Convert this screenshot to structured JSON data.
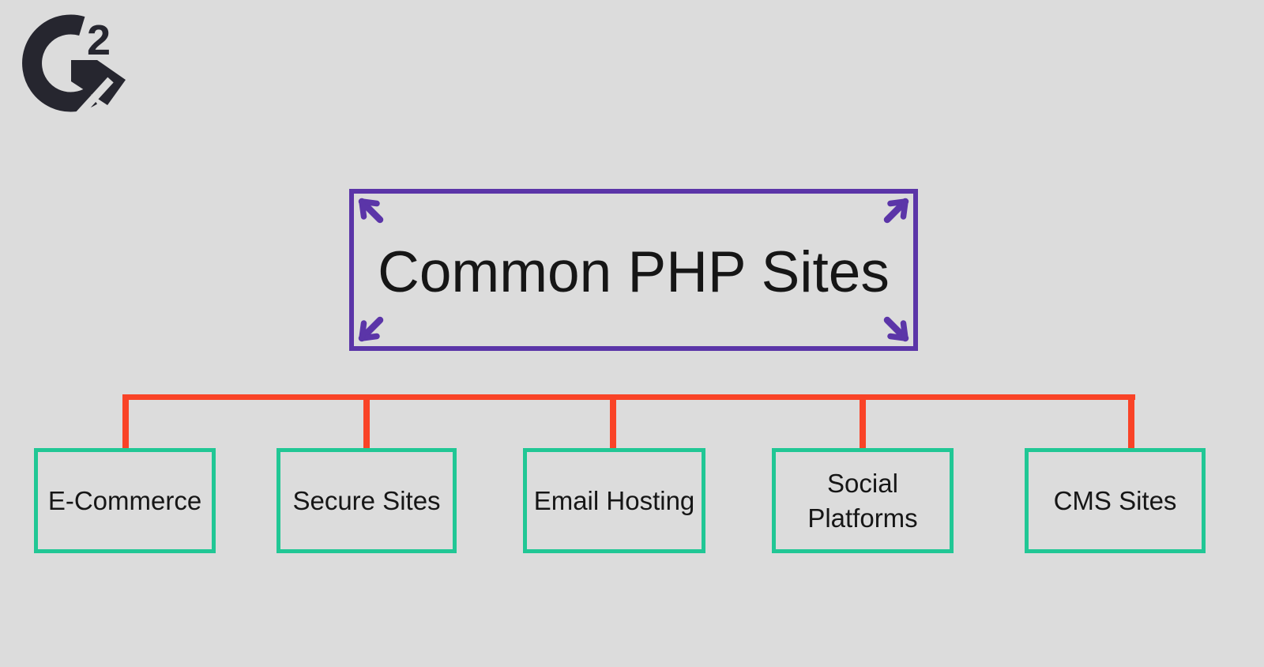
{
  "colors": {
    "bg": "#dcdcdc",
    "purple": "#5b35a8",
    "red": "#f94327",
    "green": "#21c795",
    "logo": "#26262f",
    "ink": "#161616"
  },
  "logo": {
    "brand": "G2",
    "superscript": "2"
  },
  "root": {
    "label": "Common PHP Sites"
  },
  "sites": [
    {
      "label": "E-Commerce"
    },
    {
      "label": "Secure Sites"
    },
    {
      "label": "Email Hosting"
    },
    {
      "label": "Social Platforms"
    },
    {
      "label": "CMS Sites"
    }
  ]
}
